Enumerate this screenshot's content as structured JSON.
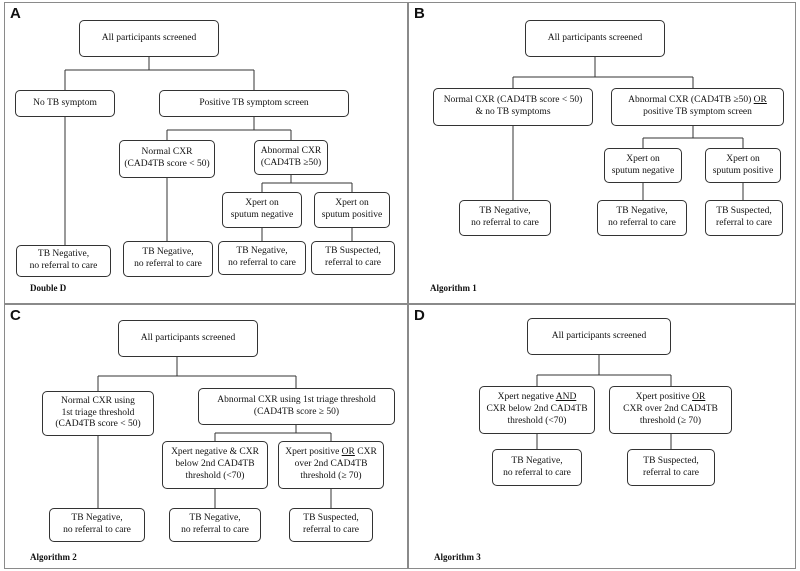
{
  "panels": {
    "A": {
      "label": "A",
      "caption": "Double D",
      "nodes": {
        "all": [
          "All participants screened"
        ],
        "no_symptom": [
          "No TB symptom"
        ],
        "positive_screen": [
          "Positive TB symptom screen"
        ],
        "normal_cxr": [
          "Normal CXR",
          "(CAD4TB score < 50)"
        ],
        "abnormal_cxr": [
          "Abnormal CXR",
          "(CAD4TB ≥50)"
        ],
        "xpert_neg": [
          "Xpert on",
          "sputum negative"
        ],
        "xpert_pos": [
          "Xpert on",
          "sputum positive"
        ],
        "out1": [
          "TB Negative,",
          "no referral to care"
        ],
        "out2": [
          "TB Negative,",
          "no referral to care"
        ],
        "out3": [
          "TB Negative,",
          "no referral to care"
        ],
        "out4": [
          "TB Suspected,",
          "referral to care"
        ]
      }
    },
    "B": {
      "label": "B",
      "caption": "Algorithm 1",
      "nodes": {
        "all": [
          "All participants screened"
        ],
        "normal": [
          "Normal CXR (CAD4TB score < 50)",
          "& no TB symptoms"
        ],
        "abnormal_a": "Abnormal CXR (CAD4TB ≥50) ",
        "abnormal_or": "OR",
        "abnormal_b": "positive TB symptom screen",
        "xpert_neg": [
          "Xpert on",
          "sputum negative"
        ],
        "xpert_pos": [
          "Xpert on",
          "sputum positive"
        ],
        "out1": [
          "TB Negative,",
          "no referral to care"
        ],
        "out2": [
          "TB Negative,",
          "no referral to care"
        ],
        "out3": [
          "TB Suspected,",
          "referral to care"
        ]
      }
    },
    "C": {
      "label": "C",
      "caption": "Algorithm 2",
      "nodes": {
        "all": [
          "All participants screened"
        ],
        "normal": [
          "Normal CXR using",
          "1st triage threshold",
          "(CAD4TB score < 50)"
        ],
        "abnormal": [
          "Abnormal CXR using 1st triage threshold",
          "(CAD4TB score ≥ 50)"
        ],
        "xpert_neg": [
          "Xpert negative & CXR",
          "below 2nd CAD4TB",
          "threshold (<70)"
        ],
        "xpert_pos_a": "Xpert positive ",
        "xpert_pos_or": "OR",
        "xpert_pos_b": " CXR",
        "xpert_pos_rest": [
          "over 2nd CAD4TB",
          "threshold (≥ 70)"
        ],
        "out1": [
          "TB Negative,",
          "no referral to care"
        ],
        "out2": [
          "TB Negative,",
          "no referral to care"
        ],
        "out3": [
          "TB Suspected,",
          "referral to care"
        ]
      }
    },
    "D": {
      "label": "D",
      "caption": "Algorithm 3",
      "nodes": {
        "all": [
          "All participants screened"
        ],
        "neg_a": "Xpert negative ",
        "neg_and": "AND",
        "neg_rest": [
          "CXR below 2nd CAD4TB",
          "threshold (<70)"
        ],
        "pos_a": "Xpert positive ",
        "pos_or": "OR",
        "pos_rest": [
          "CXR over 2nd CAD4TB",
          "threshold (≥ 70)"
        ],
        "out1": [
          "TB Negative,",
          "no referral to care"
        ],
        "out2": [
          "TB Suspected,",
          "referral to care"
        ]
      }
    }
  }
}
